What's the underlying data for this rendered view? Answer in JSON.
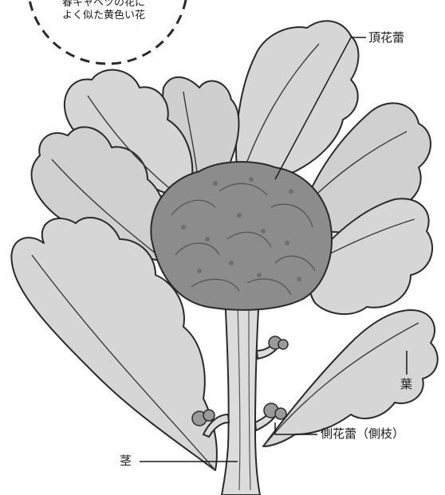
{
  "callout": {
    "line1": "春キャベツの花に",
    "line2": "よく似た黄色い花"
  },
  "labels": {
    "terminal_bud": "頂花蕾",
    "leaf": "葉",
    "side_bud": "側花蕾（側枝）",
    "stem": "茎"
  },
  "colors": {
    "ink": "#2a2a2a",
    "leaf_fill": "#d6d6d6",
    "leaf_shade": "#b9b9b9",
    "floret_fill": "#8c8c8c",
    "floret_dark": "#555555"
  }
}
